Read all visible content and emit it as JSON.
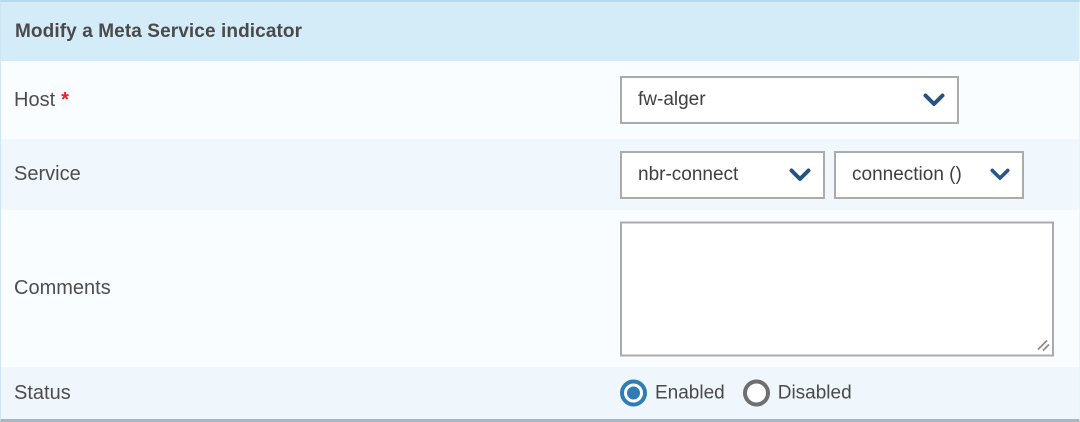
{
  "form": {
    "title": "Modify a Meta Service indicator",
    "host": {
      "label": "Host",
      "required_marker": "*",
      "value": "fw-alger"
    },
    "service": {
      "label": "Service",
      "service_value": "nbr-connect",
      "indicator_value": "connection ()"
    },
    "comments": {
      "label": "Comments",
      "value": ""
    },
    "status": {
      "label": "Status",
      "options": [
        {
          "label": "Enabled",
          "selected": true
        },
        {
          "label": "Disabled",
          "selected": false
        }
      ]
    }
  },
  "colors": {
    "header_bg": "#d4ebf8",
    "row_light_bg": "#fafdff",
    "row_tint_bg": "#f0f7fd",
    "status_row_bg": "#eff6fc",
    "label_text": "#4d4d4d",
    "required_red": "#ef1a2b",
    "chevron_navy": "#27527f",
    "radio_selected_blue": "#2e7cb8",
    "radio_unselected_gray": "#6f6f6f",
    "field_border_gray": "#ababab"
  }
}
